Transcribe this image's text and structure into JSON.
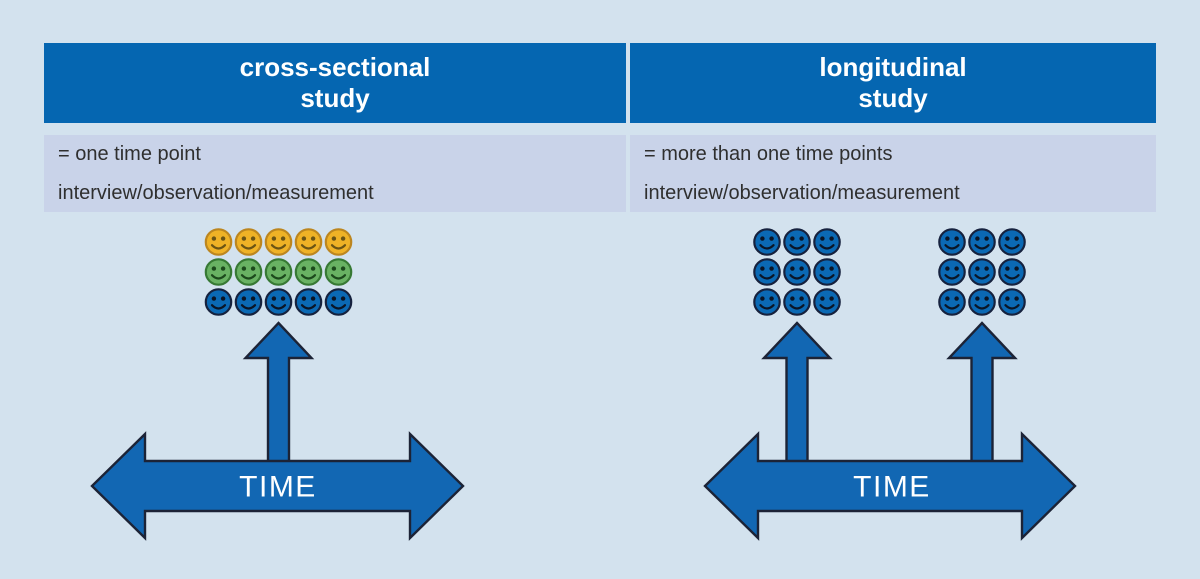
{
  "canvas": {
    "background": "#d3e2ee"
  },
  "colors": {
    "header_bg": "#0566b1",
    "header_text": "#ffffff",
    "info_bg": "#c9d3e9",
    "info_text": "#2f2f2f",
    "arrow_fill": "#1267b3",
    "arrow_outline": "#1c2336",
    "time_text": "#ffffff"
  },
  "smiley_styles": {
    "yellow": {
      "fill": "#efb226",
      "stroke": "#bc861f",
      "features": "#6b5414"
    },
    "green": {
      "fill": "#69b263",
      "stroke": "#377934",
      "features": "#1c4a1c"
    },
    "blue": {
      "fill": "#0b69b4",
      "stroke": "#16223e",
      "features": "#0a1526"
    }
  },
  "panels": [
    {
      "id": "cross-sectional",
      "title": "cross-sectional\nstudy",
      "info_lines": [
        "= one time point",
        "interview/observation/measurement"
      ],
      "time_label": "TIME",
      "up_arrows": 1,
      "smiley_groups": [
        {
          "rows": [
            "yellow",
            "green",
            "blue"
          ],
          "cols": 5
        }
      ]
    },
    {
      "id": "longitudinal",
      "title": "longitudinal\nstudy",
      "info_lines": [
        "= more than one time points",
        "interview/observation/measurement"
      ],
      "time_label": "TIME",
      "up_arrows": 2,
      "smiley_groups": [
        {
          "rows": [
            "blue",
            "blue",
            "blue"
          ],
          "cols": 3
        },
        {
          "rows": [
            "blue",
            "blue",
            "blue"
          ],
          "cols": 3
        }
      ]
    }
  ]
}
